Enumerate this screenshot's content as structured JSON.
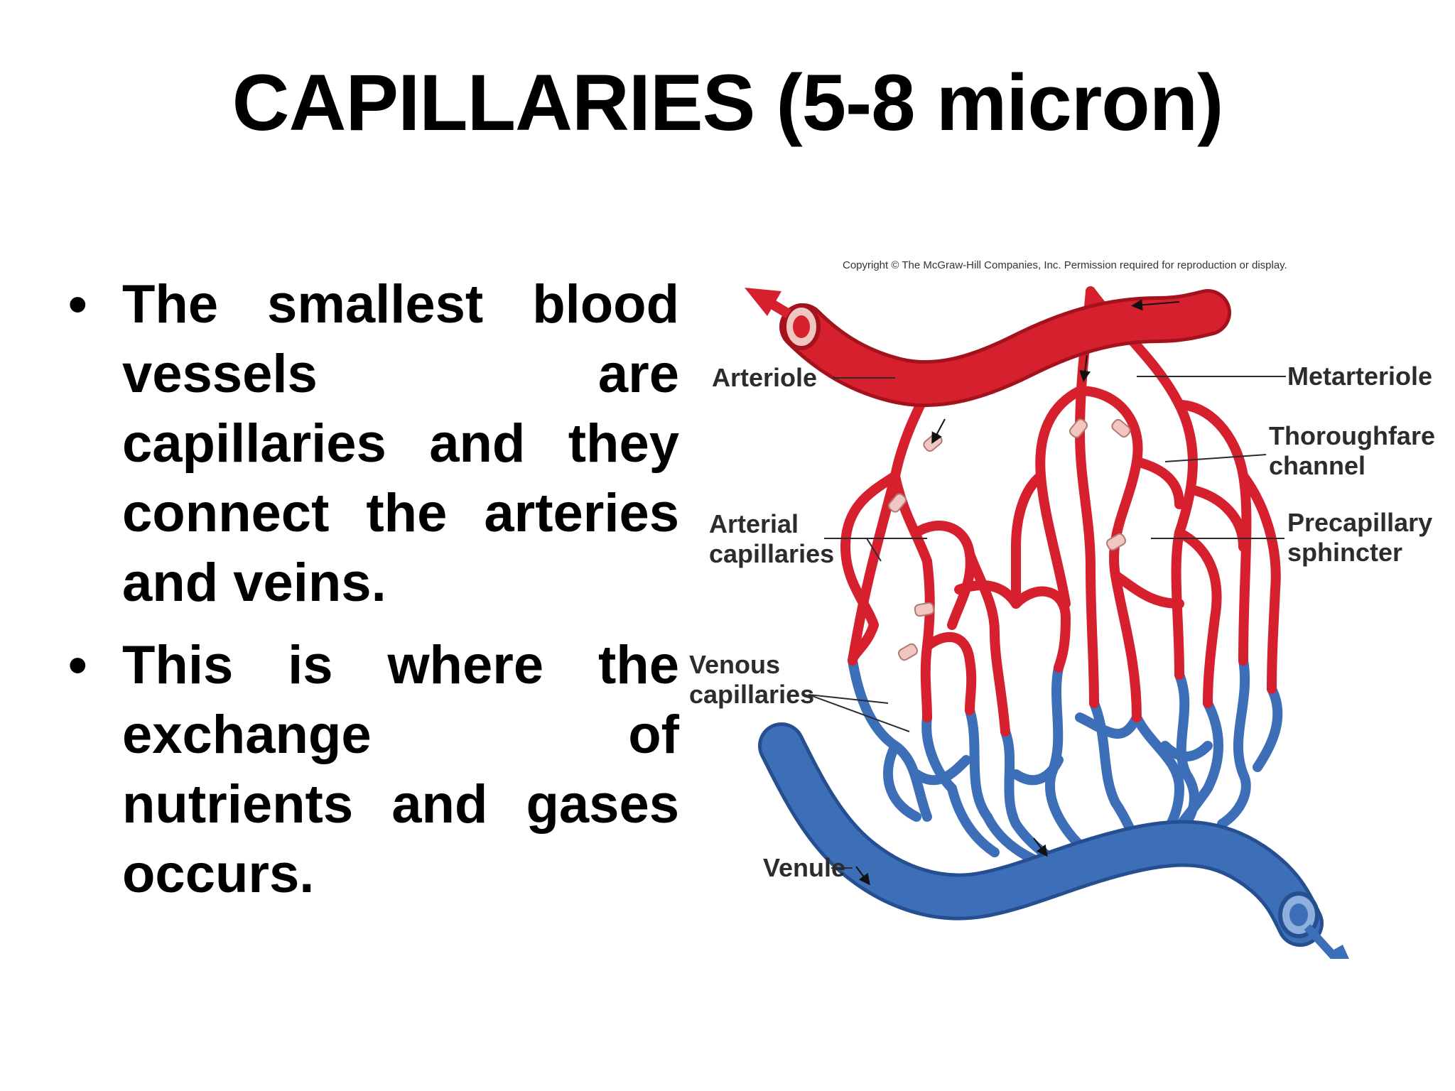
{
  "slide": {
    "title": "CAPILLARIES (5-8 micron)",
    "bullets": [
      {
        "text": "The smallest blood vessels are capillaries and they connect the arteries and veins."
      },
      {
        "text": "This is where the exchange of nutrients and gases occurs."
      }
    ],
    "bullet_symbol": "•"
  },
  "diagram": {
    "copyright": "Copyright © The McGraw-Hill Companies, Inc. Permission required for reproduction or display.",
    "labels": {
      "arteriole": "Arteriole",
      "metarteriole": "Metarteriole",
      "thoroughfare_line1": "Thoroughfare",
      "thoroughfare_line2": "channel",
      "arterial_line1": "Arterial",
      "arterial_line2": "capillaries",
      "precapillary_line1": "Precapillary",
      "precapillary_line2": "sphincter",
      "venous_line1": "Venous",
      "venous_line2": "capillaries",
      "venule": "Venule"
    },
    "colors": {
      "artery": "#d6202e",
      "artery_dark": "#a3121d",
      "vein": "#3d6fb8",
      "vein_dark": "#254f91",
      "sphincter": "#f2c6c0"
    }
  }
}
